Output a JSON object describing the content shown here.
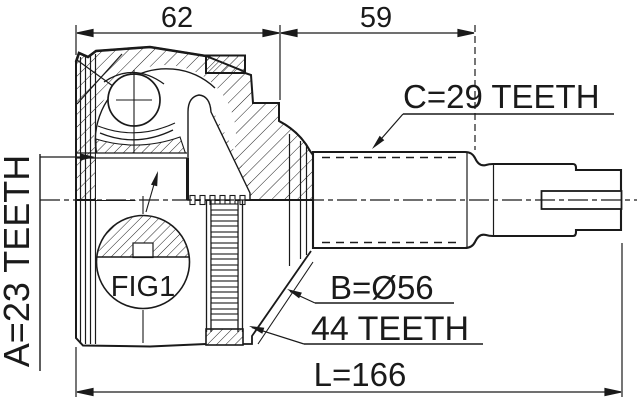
{
  "drawing": {
    "background": "#ffffff",
    "line_color": "#1a1a1a",
    "dimensions": {
      "width_left": "62",
      "width_right": "59",
      "overall_length": "L=166"
    },
    "labels": {
      "inner_spline": "A=23 TEETH",
      "outer_spline": "C=29 TEETH",
      "body_diameter": "B=Ø56",
      "abs_ring": "44 TEETH",
      "figure": "FIG1"
    }
  }
}
